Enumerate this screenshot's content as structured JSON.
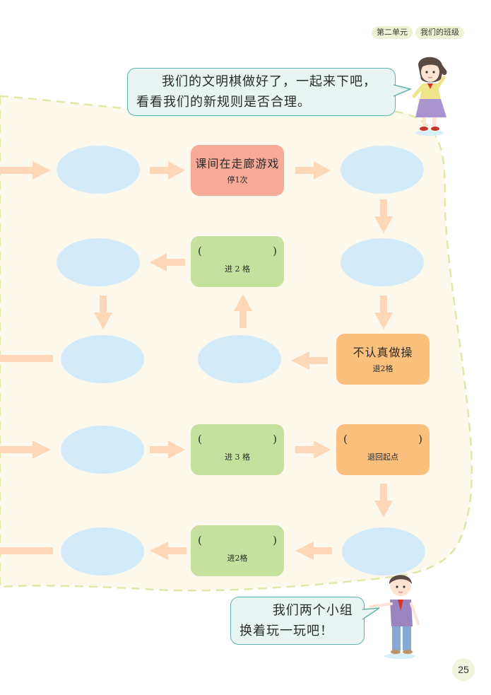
{
  "header": {
    "unit": "第二单元",
    "lesson": "我们的班级"
  },
  "speech_top": {
    "line1": "我们的文明棋做好了，一起来下吧，",
    "line2": "看看我们的新规则是否合理。"
  },
  "speech_bottom": {
    "line1": "我们两个小组",
    "line2": "换着玩一玩吧！"
  },
  "board": {
    "row1": {
      "box": {
        "title": "课间在走廊游戏",
        "rule": "停1次",
        "color": "#f7aa98"
      }
    },
    "row2": {
      "box": {
        "blank_open": "(",
        "blank_close": ")",
        "rule": "进 2 格",
        "color": "#c6e09e"
      }
    },
    "row3": {
      "box": {
        "title": "不认真做操",
        "rule": "退2格",
        "color": "#fbc07d"
      }
    },
    "row4": {
      "box_a": {
        "blank_open": "(",
        "blank_close": ")",
        "rule": "进 3 格",
        "color": "#c6e09e"
      },
      "box_b": {
        "blank_open": "(",
        "blank_close": ")",
        "rule": "退回起点",
        "color": "#fbc07d"
      }
    },
    "row5": {
      "box": {
        "blank_open": "(",
        "blank_close": ")",
        "rule": "进2格",
        "color": "#c6e09e"
      }
    },
    "oval_color": "#d3ebf8",
    "arrow_color": "#fdd8b8",
    "board_bg": "#fdf8ec",
    "border_color": "#dfe8a8"
  },
  "page_number": "25"
}
